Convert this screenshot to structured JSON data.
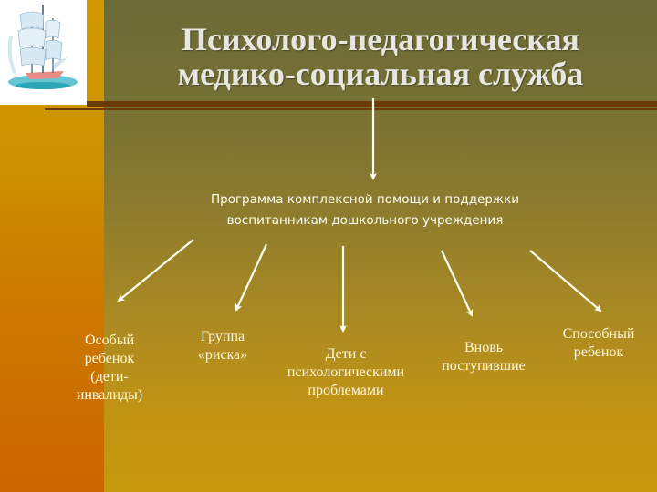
{
  "slide": {
    "title_line1": "Психолого-педагогическая",
    "title_line2": "медико-социальная служба",
    "logo_icon": "sailing-ship-icon",
    "colors": {
      "left_strip_top": "#D09A00",
      "left_strip_bottom": "#CC6600",
      "main_top": "#6B6936",
      "main_bottom": "#C8980C",
      "divider": "#6B3A06",
      "text": "#FFF8DC"
    }
  },
  "program": {
    "line1": "Программа комплексной помощи и поддержки",
    "line2": "воспитанникам дошкольного учреждения"
  },
  "categories": [
    {
      "lines": [
        "Особый",
        "ребенок",
        "(дети-",
        "инвалиды)"
      ]
    },
    {
      "lines": [
        "Группа",
        "«риска»"
      ]
    },
    {
      "lines": [
        "Дети с",
        "психологическими",
        "проблемами"
      ]
    },
    {
      "lines": [
        "Вновь",
        "поступившие"
      ]
    },
    {
      "lines": [
        "Способный",
        "ребенок"
      ]
    }
  ]
}
